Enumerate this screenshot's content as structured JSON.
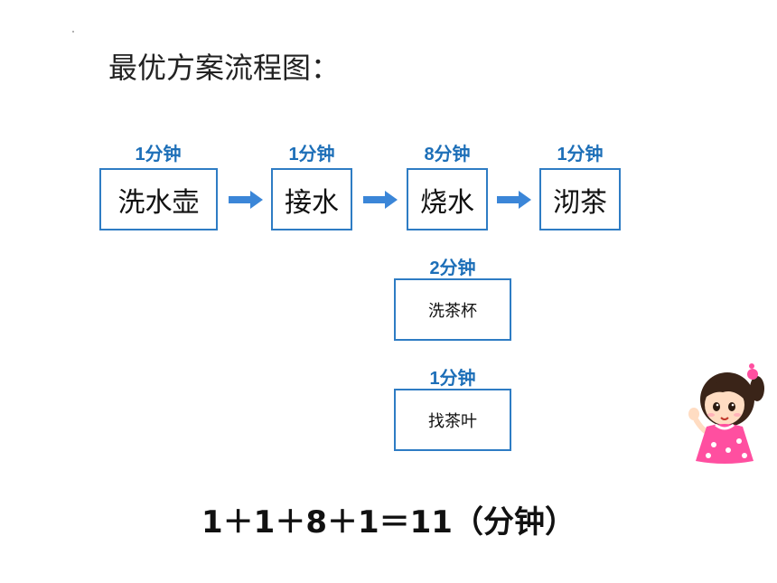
{
  "title": "最优方案流程图：",
  "steps": [
    {
      "time": "1分钟",
      "label": "洗水壶"
    },
    {
      "time": "1分钟",
      "label": "接水"
    },
    {
      "time": "8分钟",
      "label": "烧水"
    },
    {
      "time": "1分钟",
      "label": "沏茶"
    }
  ],
  "parallel": [
    {
      "time": "2分钟",
      "label": "洗茶杯"
    },
    {
      "time": "1分钟",
      "label": "找茶叶"
    }
  ],
  "formula": "1＋1＋8＋1＝11（分钟）",
  "colors": {
    "box_border": "#2e7cc4",
    "arrow": "#3b86d8",
    "time_text": "#1d6fb8"
  }
}
